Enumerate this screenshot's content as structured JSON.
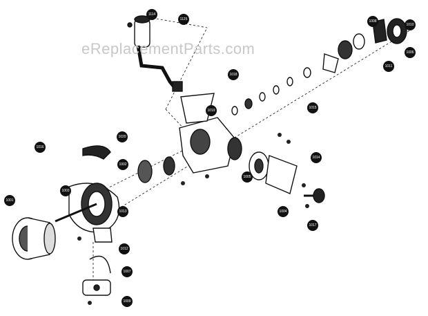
{
  "watermark": "eReplacementParts.com",
  "callouts": [
    "1114",
    "1125",
    "1008",
    "1010",
    "1006",
    "1011",
    "1015",
    "1019",
    "1018",
    "1020",
    "1016",
    "1002",
    "1001",
    "1003",
    "1013",
    "1012",
    "1007",
    "1009",
    "1005",
    "1004",
    "1017",
    "1014"
  ]
}
